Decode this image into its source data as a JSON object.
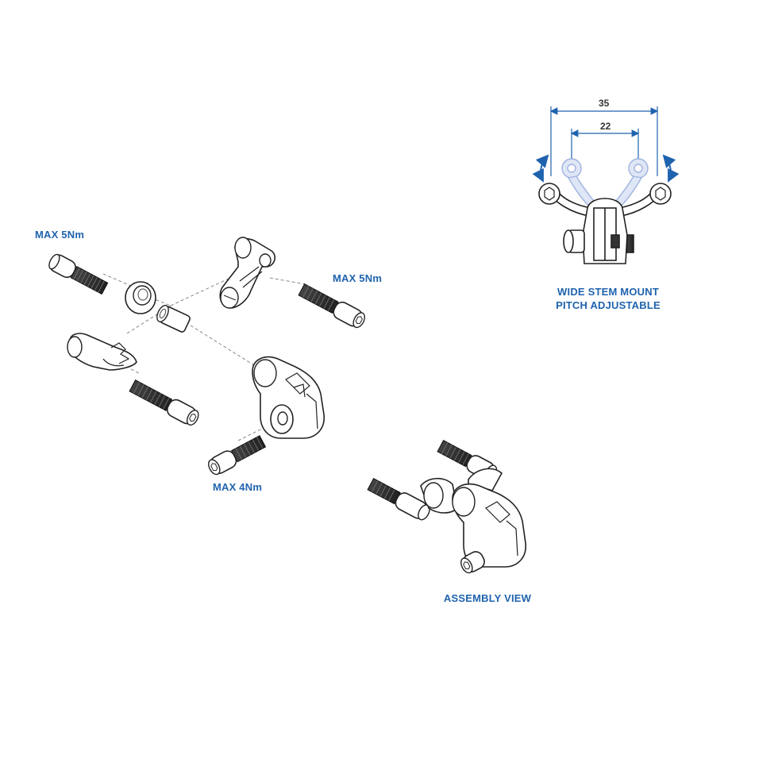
{
  "labels": {
    "torque_top_left": "MAX 5Nm",
    "torque_mid_right": "MAX 5Nm",
    "torque_bottom": "MAX 4Nm",
    "stem_mount_line1": "WIDE STEM MOUNT",
    "stem_mount_line2": "PITCH ADJUSTABLE",
    "assembly_view": "ASSEMBLY VIEW"
  },
  "dimensions": {
    "outer_width": "35",
    "inner_width": "22"
  },
  "colors": {
    "label_blue": "#1f63ae",
    "line_dark": "#222222",
    "part_light": "#ffffff",
    "ghost_blue": "#9fb4e0"
  }
}
